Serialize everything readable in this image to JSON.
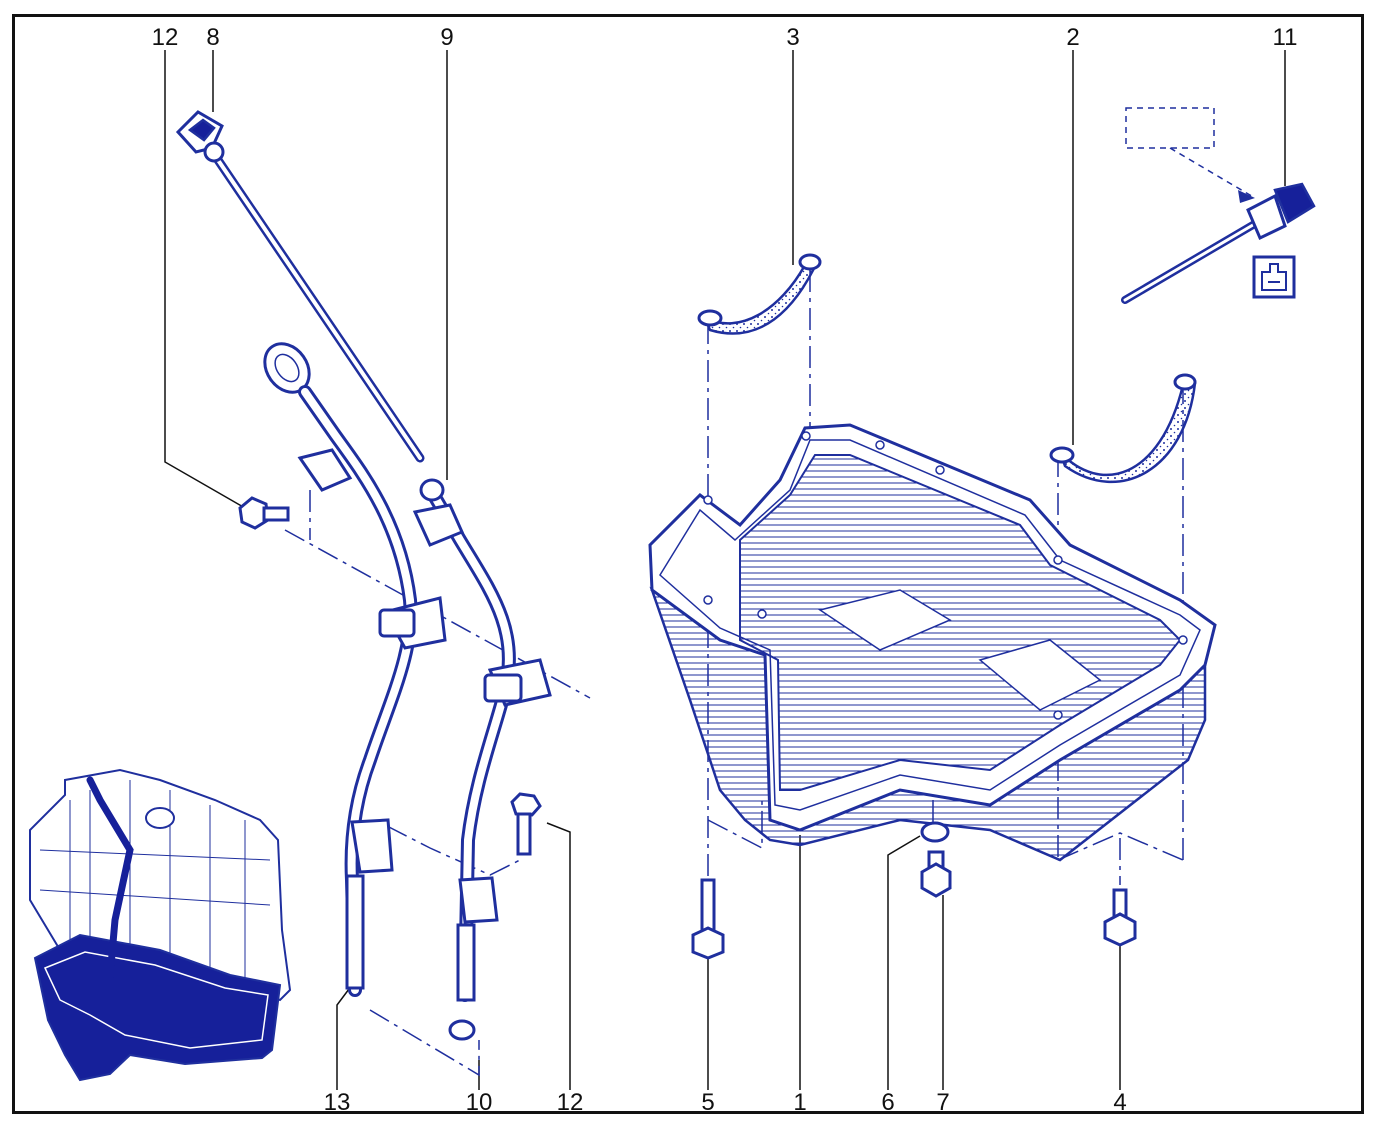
{
  "callouts": [
    {
      "id": "12",
      "label": "12"
    },
    {
      "id": "8",
      "label": "8"
    },
    {
      "id": "9",
      "label": "9"
    },
    {
      "id": "3",
      "label": "3"
    },
    {
      "id": "2",
      "label": "2"
    },
    {
      "id": "11",
      "label": "11"
    },
    {
      "id": "13",
      "label": "13"
    },
    {
      "id": "10",
      "label": "10"
    },
    {
      "id": "12b",
      "label": "12"
    },
    {
      "id": "5",
      "label": "5"
    },
    {
      "id": "1",
      "label": "1"
    },
    {
      "id": "6",
      "label": "6"
    },
    {
      "id": "7",
      "label": "7"
    },
    {
      "id": "4",
      "label": "4"
    }
  ],
  "colors": {
    "line_art": "#1f2f9e",
    "fill": "#16209a",
    "frame": "#111111"
  },
  "icons": [
    "oil-level-sensor-symbol-icon"
  ]
}
